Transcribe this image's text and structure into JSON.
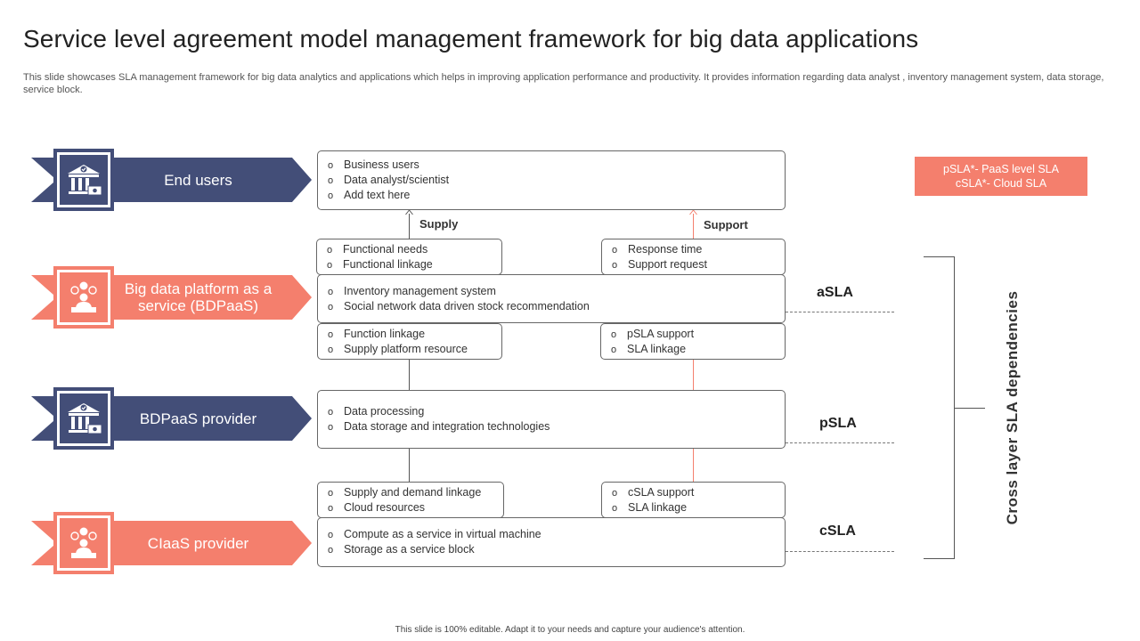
{
  "title": "Service level agreement model management framework for big data applications",
  "subtitle": "This slide showcases SLA management framework for big data analytics and applications which helps in improving application performance and productivity. It provides information regarding data analyst , inventory management system, data storage, service block.",
  "layers": [
    {
      "label": "End users",
      "color": "navy",
      "icon": "bank-icon"
    },
    {
      "label": "Big data platform as a service (BDPaaS)",
      "color": "coral",
      "icon": "business-person-icon"
    },
    {
      "label": "BDPaaS provider",
      "color": "navy",
      "icon": "bank-icon"
    },
    {
      "label": "CIaaS provider",
      "color": "coral",
      "icon": "business-person-icon"
    }
  ],
  "boxes": {
    "end_users": [
      "Business users",
      "Data analyst/scientist",
      "Add text here"
    ],
    "functional": [
      "Functional needs",
      "Functional linkage"
    ],
    "response": [
      "Response time",
      "Support request"
    ],
    "bdpaas": [
      "Inventory  management system",
      "Social network data driven  stock recommendation"
    ],
    "function_linkage": [
      "Function linkage",
      "Supply platform resource"
    ],
    "psla_support": [
      "pSLA support",
      "SLA linkage"
    ],
    "provider": [
      "Data processing",
      "Data storage and integration technologies"
    ],
    "supply_demand": [
      "Supply and demand linkage",
      "Cloud resources"
    ],
    "csla_support": [
      "cSLA support",
      "SLA linkage"
    ],
    "ciaas": [
      "Compute as a service  in virtual machine",
      "Storage as a service block"
    ]
  },
  "bullet": "o",
  "connector_labels": {
    "supply": "Supply",
    "support": "Support"
  },
  "sla_labels": {
    "asla": "aSLA",
    "psla": "pSLA",
    "csla": "cSLA"
  },
  "legend": {
    "line1": "pSLA*- PaaS level SLA",
    "line2": "cSLA*- Cloud SLA"
  },
  "vertical_label": "Cross layer SLA dependencies",
  "footer": "This slide is 100% editable. Adapt it to your needs and capture your audience's attention.",
  "colors": {
    "navy": "#434e78",
    "coral": "#f47f6d",
    "border": "#666666"
  }
}
